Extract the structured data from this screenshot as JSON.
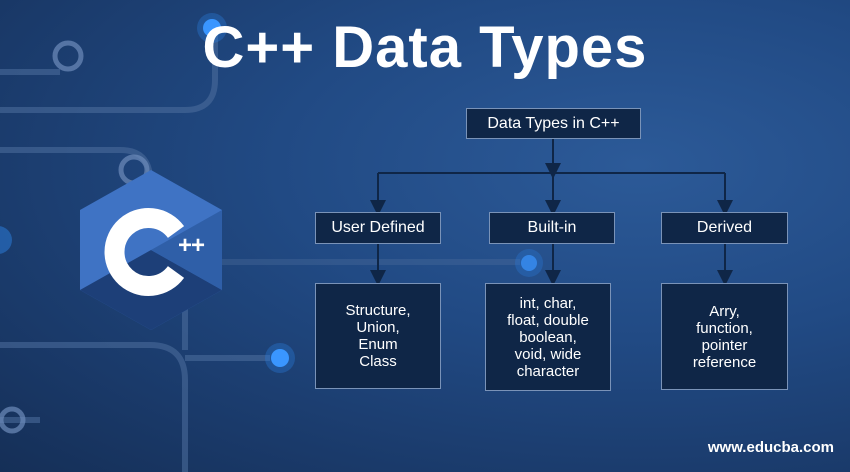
{
  "title": "C++ Data Types",
  "root": {
    "label": "Data Types in C++"
  },
  "categories": [
    {
      "label": "User Defined",
      "items": [
        "Structure,",
        "Union,",
        "Enum",
        "Class"
      ]
    },
    {
      "label": "Built-in",
      "items": [
        "int, char,",
        "float, double",
        "boolean,",
        "void, wide",
        "character"
      ]
    },
    {
      "label": "Derived",
      "items": [
        "Arry,",
        "function,",
        "pointer",
        "reference"
      ]
    }
  ],
  "logo": {
    "letter": "C",
    "suffix": "++",
    "icon": "cpp-hexagon-logo"
  },
  "watermark": "www.educba.com",
  "colors": {
    "background": "#214a84",
    "box": "#0f2647",
    "logo_light": "#3f73c4",
    "logo_dark": "#1d3f78"
  }
}
